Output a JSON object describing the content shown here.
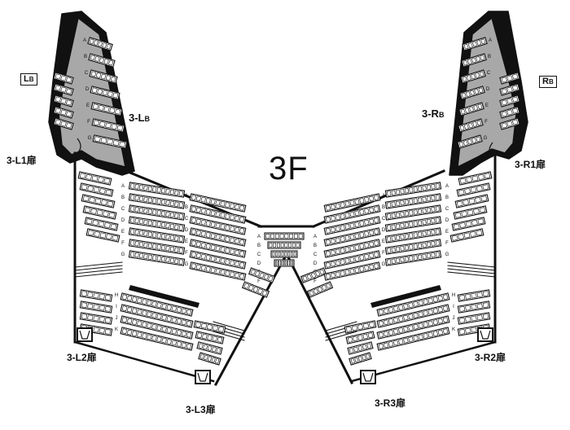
{
  "floor_label": "3F",
  "balcony_left_label": "3-L",
  "balcony_left_sub": "B",
  "balcony_right_label": "3-R",
  "balcony_right_sub": "B",
  "box_left_label": "L",
  "box_left_sub": "B",
  "box_right_label": "R",
  "box_right_sub": "B",
  "doors": {
    "l1": "3-L1扉",
    "r1": "3-R1扉",
    "l2": "3-L2扉",
    "r2": "3-R2扉",
    "l3": "3-L3扉",
    "r3": "3-R3扉"
  },
  "row_letters_main": [
    "A",
    "B",
    "C",
    "D",
    "E",
    "F",
    "G"
  ],
  "row_letters_rear": [
    "H",
    "I",
    "J",
    "K"
  ],
  "row_letters_balcony": [
    "A",
    "B",
    "C",
    "D",
    "E",
    "F",
    "G"
  ],
  "colors": {
    "ink": "#111111",
    "balcony_fill": "#a8a8a8",
    "paper": "#ffffff"
  }
}
